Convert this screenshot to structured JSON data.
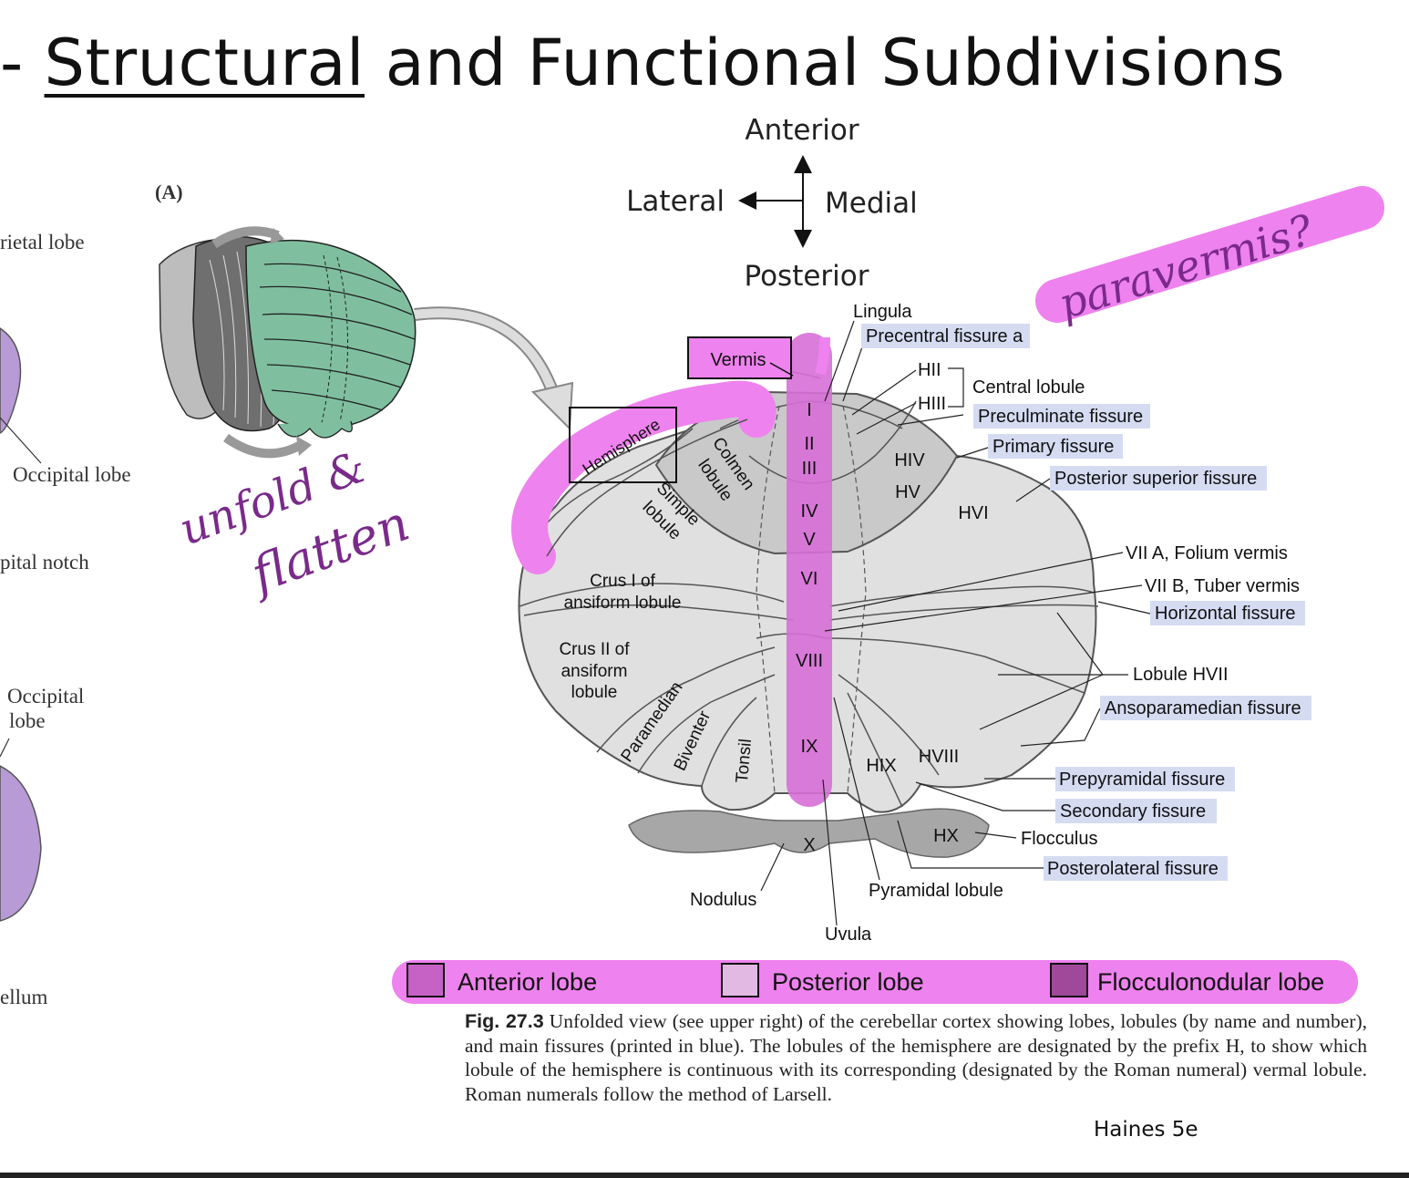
{
  "slide": {
    "title_prefix": "- ",
    "title_underlined": "Structural",
    "title_rest": " and Functional Subdivisions",
    "credit": "Haines 5e"
  },
  "left_figure": {
    "labels": [
      "rietal lobe",
      "Occipital lobe",
      "pital notch",
      "Occipital",
      "lobe",
      "ellum"
    ]
  },
  "panel_a": {
    "label": "(A)"
  },
  "handwriting": {
    "unfold": "unfold &",
    "flatten": "flatten",
    "paravermis": "paravermis?"
  },
  "compass": {
    "anterior": "Anterior",
    "posterior": "Posterior",
    "lateral": "Lateral",
    "medial": "Medial"
  },
  "boxes": {
    "vermis": "Vermis",
    "hemisphere": "Hemisphere"
  },
  "lobules": {
    "I": "I",
    "II": "II",
    "III": "III",
    "IV": "IV",
    "V": "V",
    "VI": "VI",
    "VIII": "VIII",
    "IX": "IX",
    "X": "X",
    "HIV": "HIV",
    "HV": "HV",
    "HVI": "HVI",
    "HVIII": "HVIII",
    "HIX": "HIX",
    "HX": "HX",
    "colmen": "Colmen lobule",
    "colmen_1": "Colmen",
    "colmen_2": "lobule",
    "simple_1": "Simple",
    "simple_2": "lobule",
    "crus1_1": "Crus I of",
    "crus1_2": "ansiform lobule",
    "crus2_1": "Crus II of",
    "crus2_2": "ansiform",
    "crus2_3": "lobule",
    "paramedian": "Paramedian",
    "biventer": "Biventer",
    "tonsil": "Tonsil"
  },
  "callouts": {
    "lingula": "Lingula",
    "hii": "HII",
    "hiii": "HIII",
    "central_lobule": "Central lobule",
    "vii_a": "VII A, Folium vermis",
    "vii_b": "VII B, Tuber vermis",
    "lobule_hvii": "Lobule HVII",
    "flocculus": "Flocculus",
    "nodulus": "Nodulus",
    "pyramidal_lobule": "Pyramidal lobule",
    "uvula": "Uvula"
  },
  "fissures": {
    "precentral": "Precentral fissure a",
    "preculminate": "Preculminate fissure",
    "primary": "Primary fissure",
    "posterior_superior": "Posterior superior fissure",
    "horizontal": "Horizontal fissure",
    "ansoparamedian": "Ansoparamedian fissure",
    "prepyramidal": "Prepyramidal fissure",
    "secondary": "Secondary fissure",
    "posterolateral": "Posterolateral fissure"
  },
  "legend": {
    "anterior": "Anterior lobe",
    "posterior": "Posterior lobe",
    "flocculonodular": "Flocculonodular lobe"
  },
  "caption": {
    "fig": "Fig. 27.3",
    "text": " Unfolded view (see upper right) of the cerebellar cortex showing lobes, lobules (by name and number), and main fissures (printed in blue). The lobules of the hemisphere are designated by the prefix H, to show which lobule of the hemisphere is continuous with its corresponding (designated by the Roman numeral) vermal lobule. Roman numerals follow the method of Larsell."
  },
  "colors": {
    "highlight_pink": "#ee82ee",
    "fissure_blue": "#d5dcf2",
    "anterior_lobe": "#c661c6",
    "posterior_lobe": "#e2b9e2",
    "flocculonodular_lobe": "#a0489a",
    "lobe_grey": "#c9c9c9",
    "posterior_grey": "#e0e0e0",
    "handwriting": "#7a2a8a"
  }
}
